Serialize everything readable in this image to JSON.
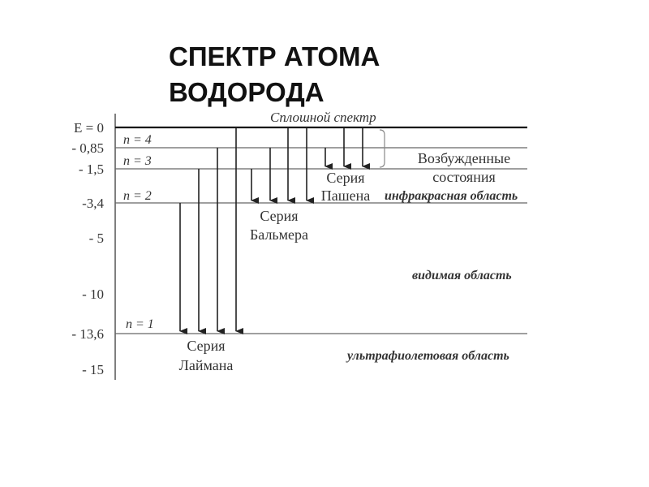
{
  "title": {
    "line1": "СПЕКТР АТОМА",
    "line2": "ВОДОРОДА"
  },
  "energy_labels": [
    "E = 0",
    "- 0,85",
    "- 1,5",
    "-3,4",
    "- 5",
    "- 10",
    "- 13,6",
    "- 15"
  ],
  "levels": [
    {
      "n_label": "n = 4"
    },
    {
      "n_label": "n = 3"
    },
    {
      "n_label": "n = 2"
    },
    {
      "n_label": "n = 1"
    }
  ],
  "continuum_label": "Сплошной спектр",
  "excited_states": {
    "line1": "Возбужденные",
    "line2": "состояния"
  },
  "series": {
    "lyman": {
      "line1": "Серия",
      "line2": "Лаймана"
    },
    "balmer": {
      "line1": "Серия",
      "line2": "Бальмера"
    },
    "paschen": {
      "line1": "Серия",
      "line2": "Пашена"
    }
  },
  "regions": {
    "infrared": "инфракрасная область",
    "visible": "видимая область",
    "ultraviolet": "ультрафиолетовая область"
  }
}
